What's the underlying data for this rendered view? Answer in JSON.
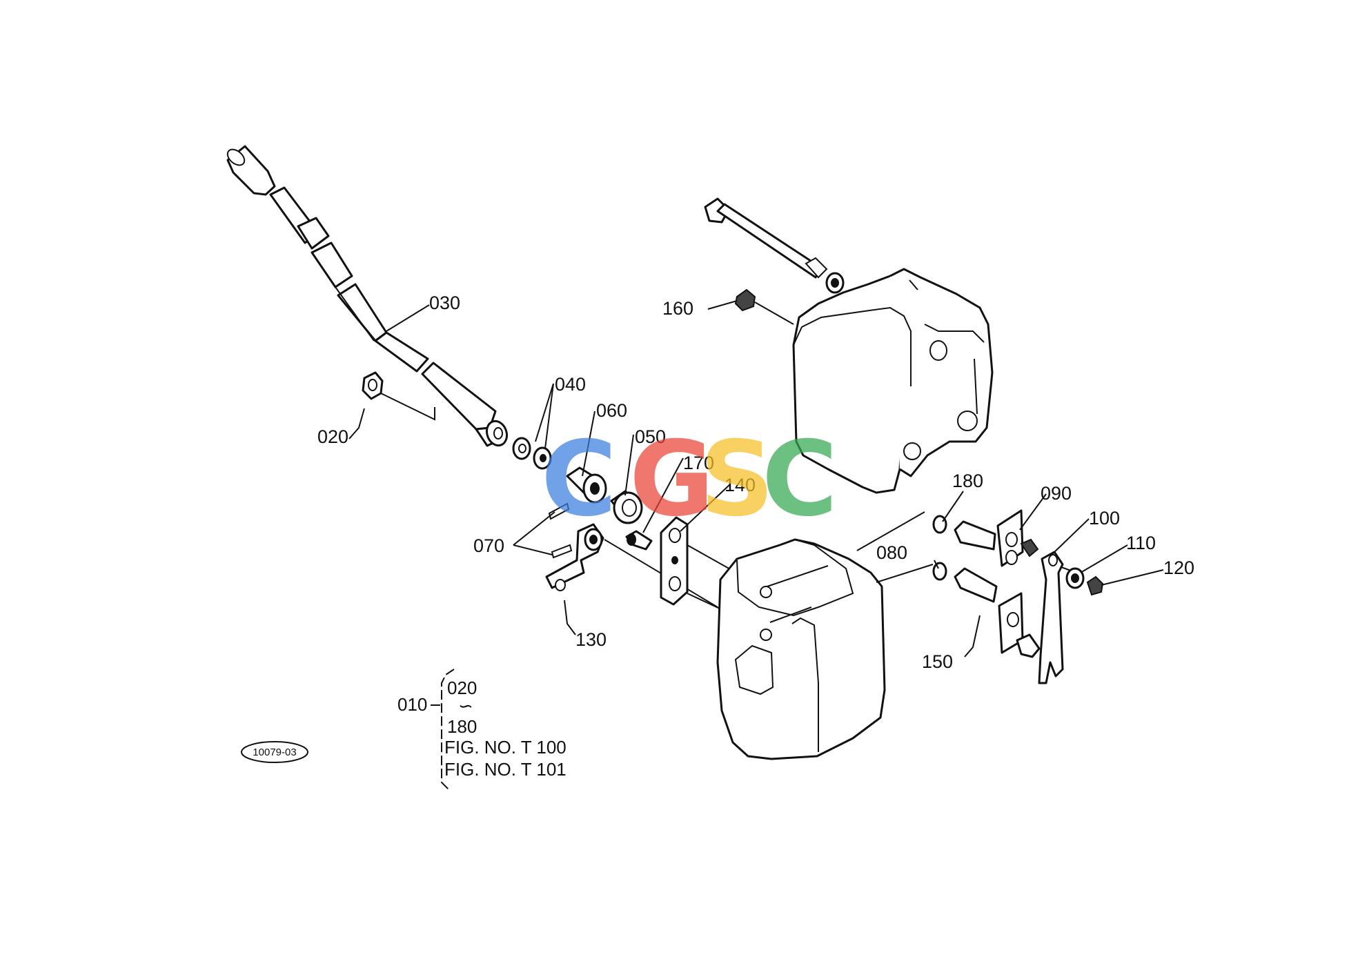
{
  "diagram": {
    "reference_code": "10079-03",
    "watermark": {
      "letters": [
        "C",
        "G",
        "S",
        "C"
      ],
      "colors": [
        "#3b7ddd",
        "#ea4335",
        "#f6c026",
        "#34a853"
      ]
    },
    "callouts": [
      {
        "id": "030",
        "label": "030"
      },
      {
        "id": "020",
        "label": "020"
      },
      {
        "id": "040",
        "label": "040"
      },
      {
        "id": "060",
        "label": "060"
      },
      {
        "id": "050",
        "label": "050"
      },
      {
        "id": "170",
        "label": "170"
      },
      {
        "id": "140",
        "label": "140"
      },
      {
        "id": "070",
        "label": "070"
      },
      {
        "id": "130",
        "label": "130"
      },
      {
        "id": "160",
        "label": "160"
      },
      {
        "id": "180",
        "label": "180"
      },
      {
        "id": "090",
        "label": "090"
      },
      {
        "id": "100",
        "label": "100"
      },
      {
        "id": "110",
        "label": "110"
      },
      {
        "id": "120",
        "label": "120"
      },
      {
        "id": "080",
        "label": "080"
      },
      {
        "id": "150",
        "label": "150"
      }
    ],
    "assembly_note": {
      "parent": "010",
      "range_start": "020",
      "range_sep": "∽",
      "range_end": "180",
      "fig_refs": [
        "FIG. NO. T 100",
        "FIG. NO. T 101"
      ]
    }
  }
}
